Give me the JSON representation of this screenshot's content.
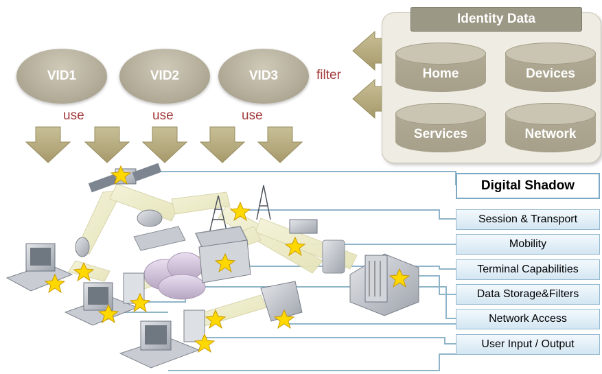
{
  "vids": [
    "VID1",
    "VID2",
    "VID3"
  ],
  "use_label": "use",
  "filter_label": "filter",
  "identity": {
    "title": "Identity Data",
    "stores": [
      "Home",
      "Devices",
      "Services",
      "Network"
    ]
  },
  "digital_shadow": {
    "title": "Digital Shadow",
    "items": [
      "Session & Transport",
      "Mobility",
      "Terminal Capabilities",
      "Data Storage&Filters",
      "Network Access",
      "User Input / Output"
    ]
  },
  "colors": {
    "vid_fill": "#b3ad9a",
    "use_text": "#a33a3a",
    "arrow": "#b3a77a",
    "panel": "#efece3",
    "shadow_box": "#d3e6f2",
    "connector": "#8fb4c9",
    "star": "#ffd800"
  }
}
